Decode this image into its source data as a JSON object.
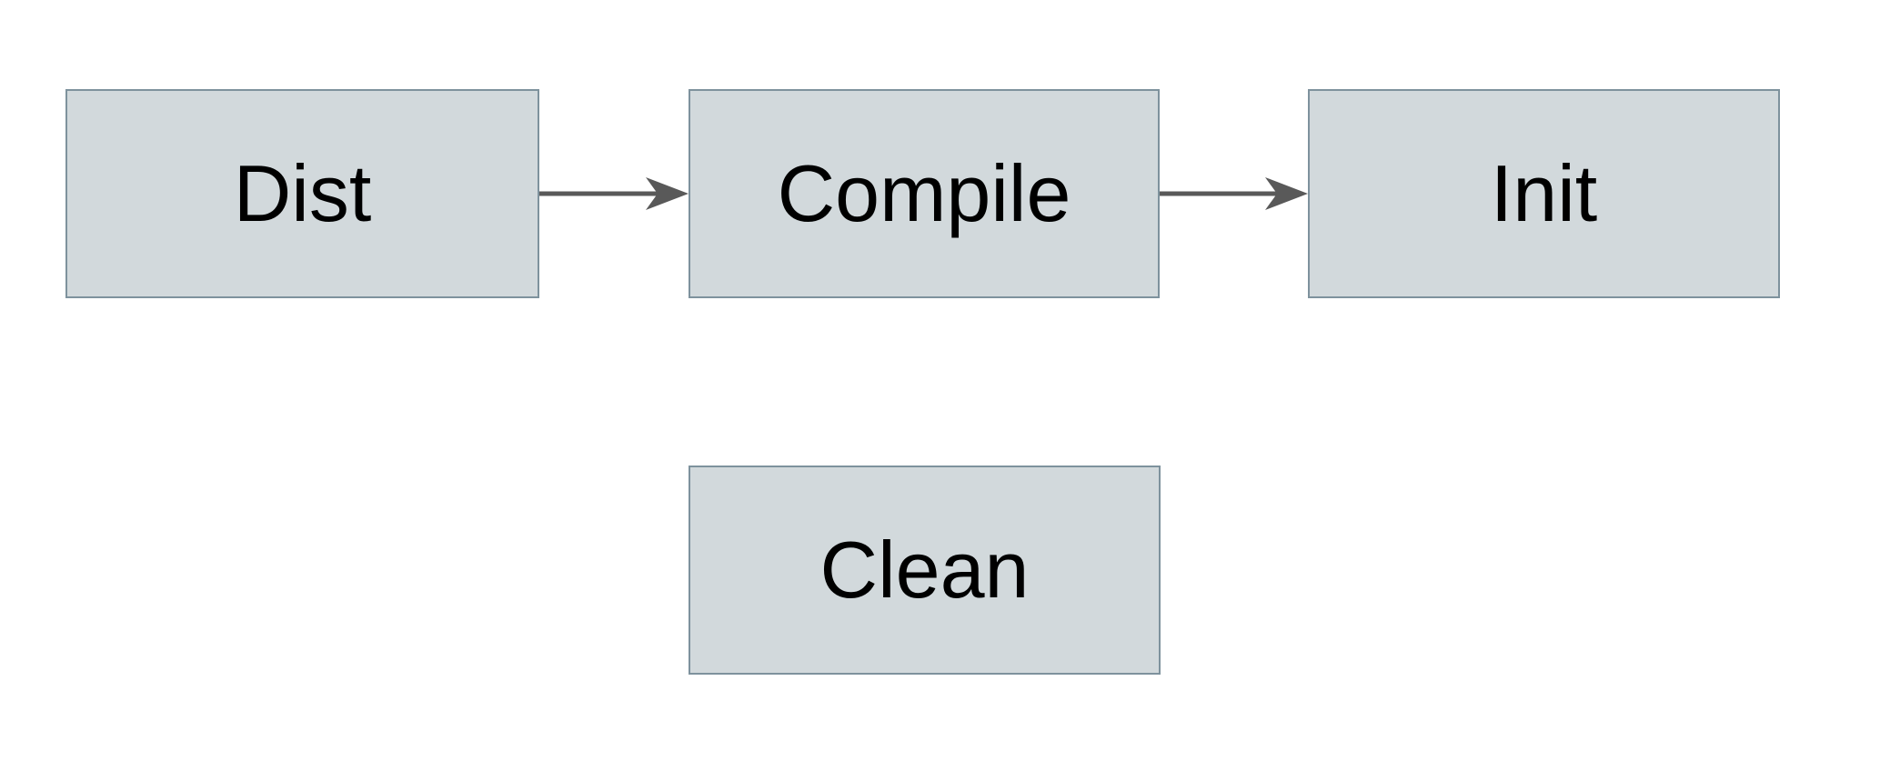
{
  "diagram": {
    "type": "flowchart",
    "colors": {
      "background": "#ffffff",
      "node_fill": "#d2d9dc",
      "node_border": "#7e929d",
      "arrow": "#595959",
      "text": "#000000"
    },
    "nodes": [
      {
        "id": "dist",
        "label": "Dist"
      },
      {
        "id": "compile",
        "label": "Compile"
      },
      {
        "id": "init",
        "label": "Init"
      },
      {
        "id": "clean",
        "label": "Clean"
      }
    ],
    "edges": [
      {
        "from": "dist",
        "to": "compile",
        "direction": "right"
      },
      {
        "from": "compile",
        "to": "init",
        "direction": "right"
      }
    ]
  }
}
